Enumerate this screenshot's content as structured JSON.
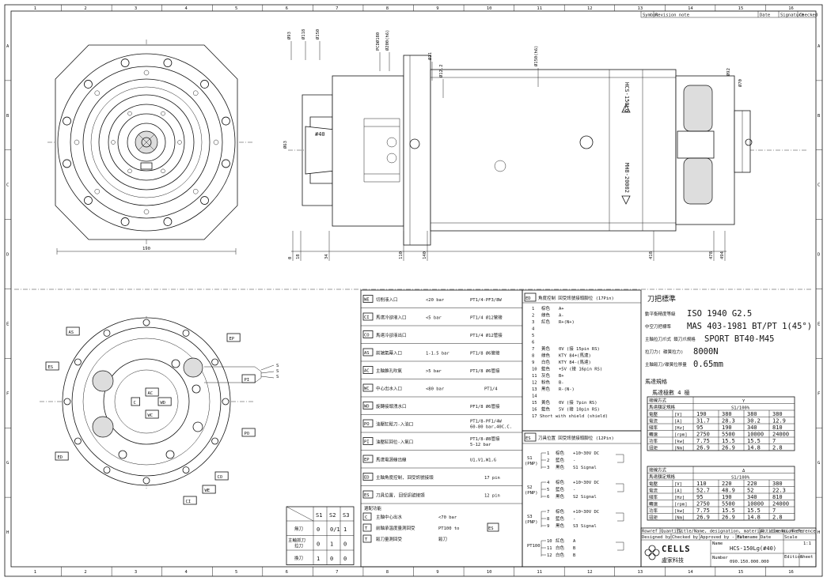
{
  "grid": {
    "cols": [
      "1",
      "2",
      "3",
      "4",
      "5",
      "6",
      "7",
      "8",
      "9",
      "10",
      "11",
      "12",
      "13",
      "14",
      "15",
      "16"
    ],
    "rows": [
      "A",
      "B",
      "C",
      "D",
      "E",
      "F",
      "G",
      "H"
    ]
  },
  "revision_header": [
    "Symbol",
    "Revision note",
    "Date",
    "Signature",
    "Checked"
  ],
  "front_view": {
    "dim_width": "190"
  },
  "side_view": {
    "top_dims": [
      "Ø93",
      "Ø118",
      "Ø150",
      "PCDØ180",
      "Ø200(h6)",
      "Ø11",
      "Ø12.2",
      "Ø150(h6)"
    ],
    "left_dim": "Ø63",
    "taper": "#40",
    "body_label_top": "HCS-150Lg",
    "body_label_bottom": "MH8-20002",
    "right_dims": [
      "Ø92",
      "Ø70"
    ],
    "bottom_dims": [
      "0",
      "18",
      "34",
      "110",
      "140",
      "418",
      "478",
      "494"
    ]
  },
  "port_view": {
    "tags": [
      "AS",
      "EP",
      "ES",
      "PI",
      "PO",
      "ED",
      "CO",
      "WE",
      "CI",
      "AC",
      "C",
      "WD",
      "WC"
    ],
    "wire_tags": [
      "S",
      "S",
      "S"
    ]
  },
  "ports": [
    {
      "code": "WE",
      "name": "切削液入口",
      "pressure": "<20 bar",
      "thread": "PT1/4-PF3/8W"
    },
    {
      "code": "CI",
      "name": "馬達冷卻液入口",
      "pressure": "<5 bar",
      "thread": "PT1/4  Ø12管接"
    },
    {
      "code": "CO",
      "name": "馬達冷卻液出口",
      "pressure": "",
      "thread": "PT1/4  Ø12管接"
    },
    {
      "code": "AS",
      "name": "前端氣幕入口",
      "pressure": "1-1.5 bar",
      "thread": "PT1/8  Ø6管接"
    },
    {
      "code": "AC",
      "name": "主軸錐孔吹氣",
      "pressure": ">5 bar",
      "thread": "PT1/8  Ø6管接"
    },
    {
      "code": "WC",
      "name": "中心出水入口",
      "pressure": "<80 bar",
      "thread": "PT1/4"
    },
    {
      "code": "WD",
      "name": "旋轉接頭洩水口",
      "pressure": "",
      "thread": "PF1/8  Ø6管接"
    },
    {
      "code": "PO",
      "name": "油壓缸鬆刀-入油口",
      "pressure": "",
      "thread": "PT1/8-PF1/4W 60-80 bar,40C.C."
    },
    {
      "code": "PI",
      "name": "油壓缸回位-入氣口",
      "pressure": "",
      "thread": "PT1/8-Ø8管接 5-12 bar"
    },
    {
      "code": "EP",
      "name": "馬達電源線出線",
      "pressure": "",
      "thread": "U1,V1,W1,G"
    },
    {
      "code": "ED",
      "name": "主軸角度控制, 回受訊號接頭",
      "pressure": "",
      "thread": "17 pin"
    },
    {
      "code": "ES",
      "name": "刀具位置, 回受訊號接頭",
      "pressure": "",
      "thread": "12 pin"
    }
  ],
  "options_title": "選配功能",
  "options": [
    {
      "code": "C",
      "name": "主軸中心出水",
      "value": "<70 bar"
    },
    {
      "code": "T",
      "name": "前軸承溫度量測回受",
      "value": "PT100 to",
      "tag": "ES"
    },
    {
      "code": "T",
      "name": "鬆刀量測回受",
      "value": "鬆刀"
    }
  ],
  "state_table": {
    "headers": [
      "S1",
      "S2",
      "S3"
    ],
    "rows": [
      {
        "label": "無刀",
        "values": [
          "0",
          "0/1",
          "1"
        ]
      },
      {
        "label": "主軸抓刀 拉刀",
        "values": [
          "0",
          "1",
          "0"
        ]
      },
      {
        "label": "換刀",
        "values": [
          "1",
          "0",
          "0"
        ]
      }
    ]
  },
  "ed_connector": {
    "code": "ED",
    "title": "角度控制  回受訊號接頭腳位 (17Pin)",
    "pins": [
      {
        "n": "1",
        "c": "棕色",
        "s": "A+"
      },
      {
        "n": "2",
        "c": "綠色",
        "s": "A-"
      },
      {
        "n": "3",
        "c": "紅色",
        "s": "R+(N+)"
      },
      {
        "n": "4",
        "c": "",
        "s": ""
      },
      {
        "n": "5",
        "c": "",
        "s": ""
      },
      {
        "n": "6",
        "c": "",
        "s": ""
      },
      {
        "n": "7",
        "c": "黃色",
        "s": "0V  (接 15pin RS)"
      },
      {
        "n": "8",
        "c": "綠色",
        "s": "KTY 84+(馬達)"
      },
      {
        "n": "9",
        "c": "白色",
        "s": "KTY 84-(馬達)"
      },
      {
        "n": "10",
        "c": "藍色",
        "s": "+5V (接 16pin RS)"
      },
      {
        "n": "11",
        "c": "灰色",
        "s": "B+"
      },
      {
        "n": "12",
        "c": "粉色",
        "s": "B-"
      },
      {
        "n": "13",
        "c": "黑色",
        "s": "R-(N-)"
      },
      {
        "n": "14",
        "c": "",
        "s": ""
      },
      {
        "n": "15",
        "c": "黃色",
        "s": "0V  (接 7pin RS)"
      },
      {
        "n": "16",
        "c": "藍色",
        "s": "5V  (接 10pin RS)"
      },
      {
        "n": "17",
        "c": "",
        "s": "Short with shield (shield)"
      }
    ]
  },
  "es_connector": {
    "code": "ES",
    "title": "刀具位置  回受訊號接頭腳位 (12Pin)",
    "groups": [
      {
        "name": "S1",
        "type": "(PNP)",
        "pins": [
          {
            "n": "1",
            "c": "棕色",
            "s": "+10~30V DC"
          },
          {
            "n": "2",
            "c": "藍色",
            "s": "-"
          },
          {
            "n": "3",
            "c": "黑色",
            "s": "S1 Signal"
          }
        ]
      },
      {
        "name": "S2",
        "type": "(PNP)",
        "pins": [
          {
            "n": "4",
            "c": "棕色",
            "s": "+10~30V DC"
          },
          {
            "n": "5",
            "c": "藍色",
            "s": "-"
          },
          {
            "n": "6",
            "c": "黑色",
            "s": "S2 Signal"
          }
        ]
      },
      {
        "name": "S3",
        "type": "(PNP)",
        "pins": [
          {
            "n": "7",
            "c": "棕色",
            "s": "+10~30V DC"
          },
          {
            "n": "8",
            "c": "藍色",
            "s": "-"
          },
          {
            "n": "9",
            "c": "黑色",
            "s": "S3 Signal"
          }
        ]
      },
      {
        "name": "PT100",
        "type": "",
        "pins": [
          {
            "n": "10",
            "c": "紅色",
            "s": "A"
          },
          {
            "n": "11",
            "c": "白色",
            "s": "B"
          },
          {
            "n": "12",
            "c": "白色",
            "s": "B"
          }
        ]
      }
    ]
  },
  "spec": {
    "title": "刀把標準",
    "rows": [
      {
        "k": "動平衡精度等級",
        "v": "ISO 1940  G2.5"
      },
      {
        "k": "中空刀把標準",
        "v": "MAS 403-1981 BT/PT 1(45°)"
      },
      {
        "k": "主軸拉刀爪式  鎖刀爪規格",
        "v": "SPORT BT40-M45"
      },
      {
        "k": "拉刀力( 碟簧拉力)",
        "v": "8000N"
      },
      {
        "k": "主軸鬆刀/碟簧位移量",
        "v": "0.65mm"
      }
    ],
    "motor_title": "馬達規格",
    "motor_sub": "馬達極數 4 極"
  },
  "motor_tables": [
    {
      "connection": "Y",
      "ratio": "S1/100%",
      "h1": "接線方式",
      "h2": "馬達額定規格",
      "rows": [
        {
          "k": "電壓",
          "u": "[V]",
          "v": [
            "190",
            "380",
            "380",
            "380"
          ]
        },
        {
          "k": "電流",
          "u": "[A]",
          "v": [
            "31.7",
            "28.3",
            "30.2",
            "12.9"
          ]
        },
        {
          "k": "頻率",
          "u": "[Hz]",
          "v": [
            "95",
            "190",
            "340",
            "810"
          ]
        },
        {
          "k": "轉速",
          "u": "[rpm]",
          "v": [
            "2750",
            "5500",
            "10000",
            "24000"
          ]
        },
        {
          "k": "功率",
          "u": "[kw]",
          "v": [
            "7.75",
            "15.5",
            "15.5",
            "7"
          ]
        },
        {
          "k": "扭矩",
          "u": "[Nm]",
          "v": [
            "26.9",
            "26.9",
            "14.8",
            "2.8"
          ]
        }
      ]
    },
    {
      "connection": "Δ",
      "ratio": "S1/100%",
      "h1": "接線方式",
      "h2": "馬達額定規格",
      "rows": [
        {
          "k": "電壓",
          "u": "[V]",
          "v": [
            "110",
            "220",
            "220",
            "380"
          ]
        },
        {
          "k": "電流",
          "u": "[A]",
          "v": [
            "52.7",
            "48.9",
            "52",
            "22.3"
          ]
        },
        {
          "k": "頻率",
          "u": "[Hz]",
          "v": [
            "95",
            "190",
            "340",
            "810"
          ]
        },
        {
          "k": "轉速",
          "u": "[rpm]",
          "v": [
            "2750",
            "5500",
            "10000",
            "24000"
          ]
        },
        {
          "k": "功率",
          "u": "[kw]",
          "v": [
            "7.75",
            "15.5",
            "15.5",
            "7"
          ]
        },
        {
          "k": "扭矩",
          "u": "[Nm]",
          "v": [
            "26.9",
            "26.9",
            "14.8",
            "2.8"
          ]
        }
      ]
    }
  ],
  "title_block": {
    "header": [
      "Rowref",
      "Quantity",
      "Title/Name, designation, material, dimension etc",
      "Article No./Reference"
    ],
    "designed": "Designed by",
    "checked": "Checked by",
    "approved": "Approved by - date",
    "filename": "Filename",
    "date": "Date",
    "scale": "Scale",
    "scale_value": "1:1",
    "company": "CELLS",
    "company_cn": "盧家科技",
    "name_label": "Name",
    "name": "HCS-150Lg(#40)",
    "number_label": "Number",
    "number": "090.150.000.000",
    "edition": "Edition",
    "sheet": "Sheet"
  }
}
